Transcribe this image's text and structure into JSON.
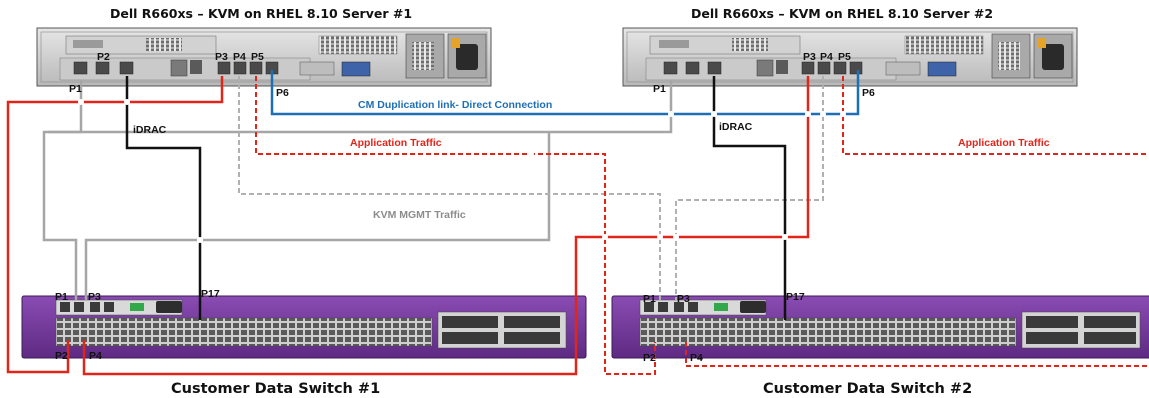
{
  "servers": [
    {
      "title": "Dell R660xs – KVM on RHEL 8.10 Server #1",
      "ports": {
        "p1": "P1",
        "p2": "P2",
        "p3": "P3",
        "p4": "P4",
        "p5": "P5",
        "p6": "P6"
      }
    },
    {
      "title": "Dell R660xs – KVM on RHEL 8.10 Server #2",
      "ports": {
        "p1": "P1",
        "p3": "P3",
        "p4": "P4",
        "p5": "P5",
        "p6": "P6"
      }
    }
  ],
  "switches": [
    {
      "title": "Customer Data Switch #1",
      "ports": {
        "p1": "P1",
        "p2": "P2",
        "p3": "P3",
        "p4": "P4",
        "p17": "P17"
      }
    },
    {
      "title": "Customer Data Switch #2",
      "ports": {
        "p1": "P1",
        "p2": "P2",
        "p3": "P3",
        "p4": "P4",
        "p17": "P17"
      }
    }
  ],
  "links": {
    "cm_duplication": "CM Duplication link- Direct Connection",
    "app_traffic_1": "Application Traffic",
    "app_traffic_2": "Application Traffic",
    "kvm_mgmt": "KVM MGMT Traffic",
    "idrac_1": "iDRAC",
    "idrac_2": "iDRAC"
  },
  "colors": {
    "cm_link": "#1f6fb5",
    "app_traffic": "#e0261b",
    "mgmt": "#a6a6a6",
    "idrac": "#111111",
    "switch_body": "#7b3fa0"
  }
}
